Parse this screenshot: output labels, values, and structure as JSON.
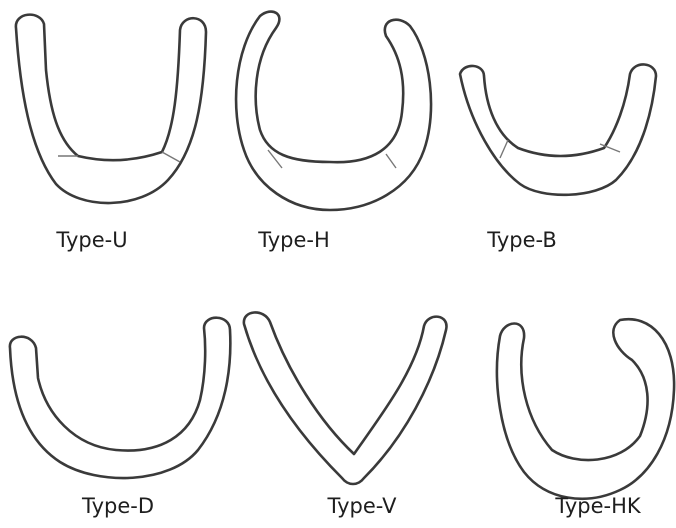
{
  "figure": {
    "shapes": [
      {
        "name": "type-u",
        "label": "Type-U"
      },
      {
        "name": "type-h",
        "label": "Type-H"
      },
      {
        "name": "type-b",
        "label": "Type-B"
      },
      {
        "name": "type-d",
        "label": "Type-D"
      },
      {
        "name": "type-v",
        "label": "Type-V"
      },
      {
        "name": "type-hk",
        "label": "Type-HK"
      }
    ],
    "colors": {
      "outline": "#3a3a3a",
      "seam": "#777777",
      "fill": "#ffffff",
      "text": "#1e1e1e"
    }
  }
}
